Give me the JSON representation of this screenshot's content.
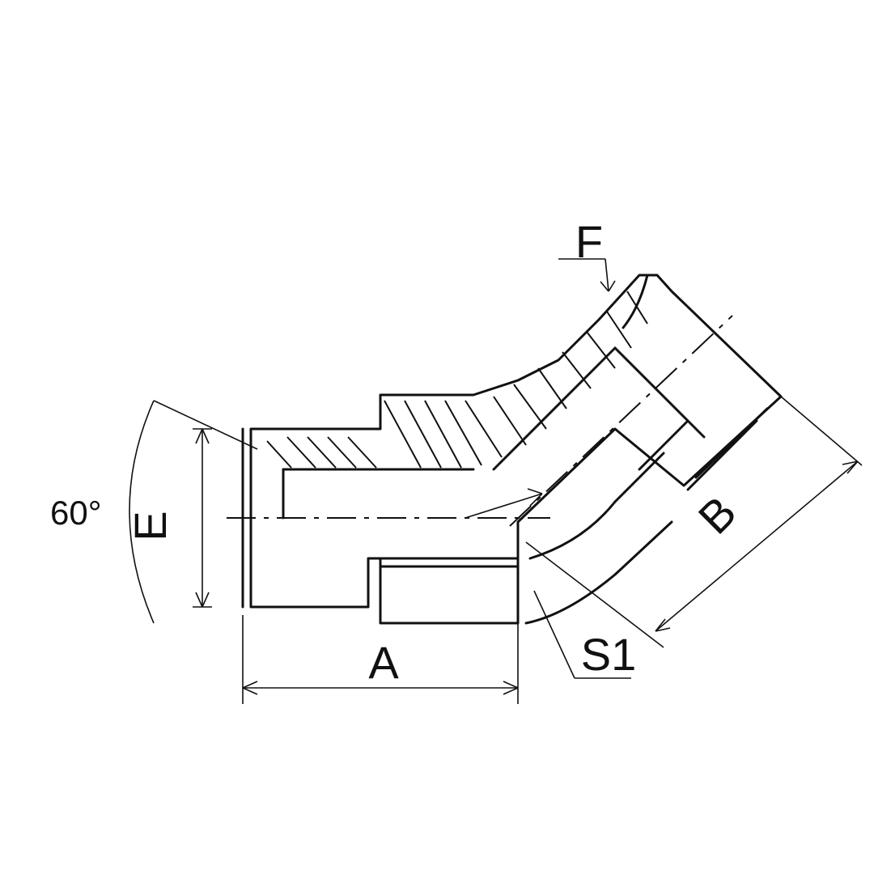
{
  "diagram": {
    "labels": {
      "angle": "60°",
      "e": "E",
      "f": "F",
      "a": "A",
      "b": "B",
      "s1": "S1"
    }
  }
}
